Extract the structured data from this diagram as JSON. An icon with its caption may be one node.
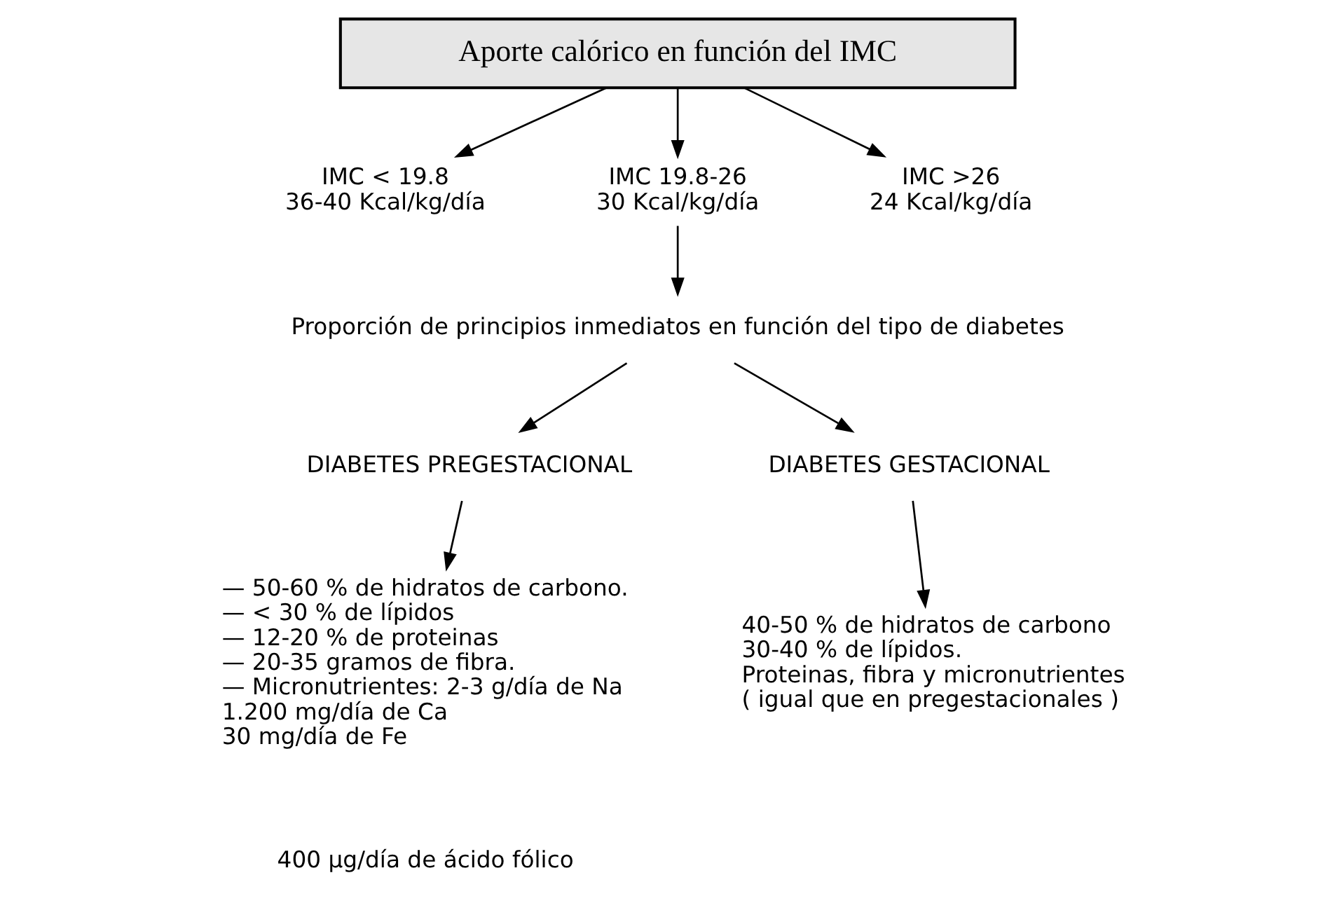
{
  "diagram": {
    "nodes": [
      {
        "text": [
          "Aporte calórico en función del IMC"
        ]
      },
      {
        "text": [
          "IMC < 19.8",
          "36-40 Kcal/kg/día"
        ]
      },
      {
        "text": [
          "IMC 19.8-26",
          "30 Kcal/kg/día"
        ]
      },
      {
        "text": [
          "IMC >26",
          "24 Kcal/kg/día"
        ]
      },
      {
        "text": [
          "Proporción de principios inmediatos en función del tipo de diabetes"
        ]
      },
      {
        "text": [
          "DIABETES PREGESTACIONAL"
        ]
      },
      {
        "text": [
          "DIABETES GESTACIONAL"
        ]
      },
      {
        "text": [
          "— 50-60 % de hidratos de carbono.",
          "— < 30 % de lípidos",
          "— 12-20 % de proteinas",
          "— 20-35 gramos de fibra.",
          "— Micronutrientes: 2-3 g/día de Na",
          "1.200 mg/día de Ca",
          "30 mg/día de Fe"
        ]
      },
      {
        "text": [
          "40-50 % de hidratos de carbono",
          "30-40 % de lípidos.",
          "Proteinas, fibra y micronutrientes",
          "( igual que en pregestacionales )"
        ]
      }
    ],
    "edges": [
      {
        "from": 0,
        "to": 1,
        "arrow": "to"
      },
      {
        "from": 0,
        "to": 2,
        "arrow": "to"
      },
      {
        "from": 0,
        "to": 3,
        "arrow": "to"
      },
      {
        "from": 2,
        "to": 4,
        "arrow": "to"
      },
      {
        "from": 4,
        "to": 5,
        "arrow": "to"
      },
      {
        "from": 4,
        "to": 6,
        "arrow": "to"
      },
      {
        "from": 5,
        "to": 7,
        "arrow": "to"
      },
      {
        "from": 6,
        "to": 8,
        "arrow": "to"
      }
    ],
    "labels": [
      "400 µg/día de ácido fólico"
    ]
  }
}
